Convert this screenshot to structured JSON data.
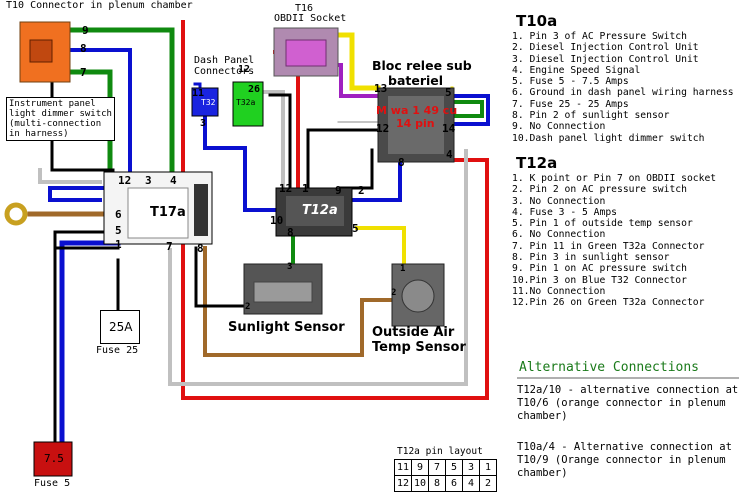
{
  "connectors": {
    "t10": "T10 Connector in plenum chamber",
    "t16": "T16",
    "obdii": "OBDII Socket",
    "dash_panel": "Dash Panel Connectors",
    "t32": "T32",
    "t32a": "T32a",
    "bloc": "Bloc relee sub bateriel",
    "bloc_line1": "Bloc relee sub",
    "bloc_line2": "bateriel",
    "red_note": "M wa 1 49 cu 14 pin",
    "red_line1": "M wa 1 49 cu",
    "red_line2": "14 pin",
    "t17a": "T17a",
    "t12a": "T12a"
  },
  "instrument_note": [
    "Instrument panel",
    "light dimmer switch",
    "(multi-connection",
    "in harness)"
  ],
  "components": {
    "sunlight_sensor": "Sunlight Sensor",
    "outside_temp_line1": "Outside Air",
    "outside_temp_line2": "Temp Sensor",
    "fuse25_label": "Fuse 25",
    "fuse25_value": "25A",
    "fuse5_label": "Fuse 5",
    "fuse5_value": "7.5"
  },
  "pins": {
    "t10": [
      "9",
      "8",
      "7"
    ],
    "dash_t32": "11",
    "dash_t32_3": "3",
    "dash_t32a": "26",
    "dash_t32a_12": "12",
    "t17a_top": [
      "12",
      "3",
      "4"
    ],
    "t17a_left": [
      "6",
      "5",
      "1"
    ],
    "t17a_bottom": [
      "7",
      "8"
    ],
    "t12a_top": [
      "12",
      "1",
      "9",
      "2"
    ],
    "t12a_left": "10",
    "t12a_bottom": "8",
    "t12a_right": "5",
    "bloc": [
      "13",
      "5",
      "12",
      "14",
      "8",
      "4"
    ],
    "sunlight": [
      "3",
      "2"
    ],
    "outside": [
      "1",
      "2"
    ]
  },
  "legend_t10a": {
    "title": "T10a",
    "items": [
      "1. Pin 3 of AC Pressure Switch",
      "2. Diesel Injection Control Unit",
      "3. Diesel Injection Control Unit",
      "4. Engine Speed Signal",
      "5. Fuse 5 - 7.5 Amps",
      "6. Ground in dash panel wiring harness",
      "7. Fuse 25 - 25 Amps",
      "8. Pin 2 of sunlight sensor",
      "9. No Connection",
      "10.Dash panel light dimmer switch"
    ]
  },
  "legend_t12a": {
    "title": "T12a",
    "items": [
      "1. K point or Pin 7 on OBDII socket",
      "2. Pin 2 on AC pressure switch",
      "3. No Connection",
      "4. Fuse 3 - 5 Amps",
      "5. Pin 1 of outside temp sensor",
      "6. No Connection",
      "7. Pin 11 in Green T32a Connector",
      "8. Pin 3 in sunlight sensor",
      "9. Pin 1 on AC pressure switch",
      "10.Pin 3 on Blue T32 Connector",
      "11.No Connection",
      "12.Pin 26 on Green T32a Connector"
    ]
  },
  "alternative": {
    "title": "Alternative Connections",
    "text1": "T12a/10 - alternative connection at T10/6 (orange connector in plenum chamber)",
    "text2": "T10a/4 - Alternative connection at T10/9 (Orange connector in plenum chamber)"
  },
  "pin_layout": {
    "title": "T12a pin layout",
    "row1": [
      "11",
      "9",
      "7",
      "5",
      "3",
      "1"
    ],
    "row2": [
      "12",
      "10",
      "8",
      "6",
      "4",
      "2"
    ]
  },
  "colors": {
    "red": "#e01010",
    "blue": "#0a10d0",
    "green": "#108a10",
    "brown": "#a0692a",
    "yellow": "#f0e000",
    "purple": "#a020c0",
    "grey": "#c0c0c0",
    "black": "#000000",
    "orange": "#f07020"
  }
}
